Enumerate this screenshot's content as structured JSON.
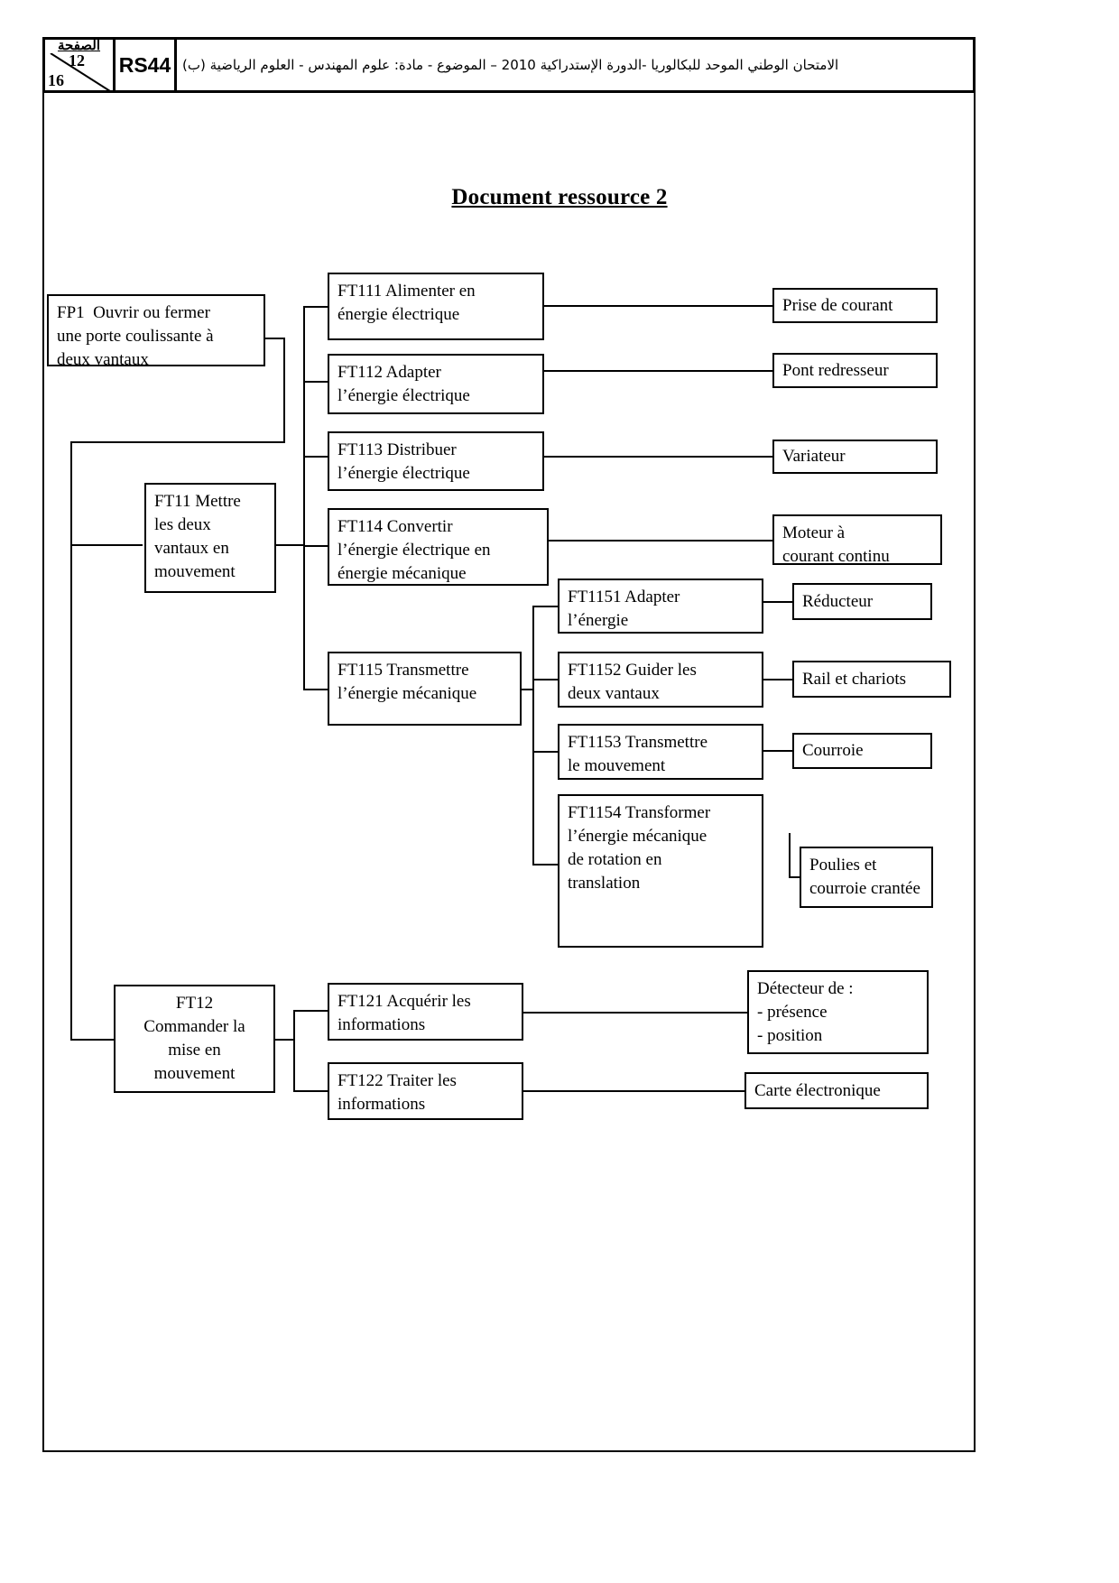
{
  "header": {
    "page_label": "الصفحة",
    "page_current": "12",
    "page_total": "16",
    "code": "RS44",
    "exam_line": "الامتحان الوطني الموحد للبكالوريا -الدورة الإستدراكية 2010 – الموضوع - مادة: علوم المهندس - العلوم الرياضية (ب)"
  },
  "document": {
    "title": "Document ressource 2"
  },
  "diagram": {
    "type": "fast-functional-analysis",
    "root": {
      "id": "FP1",
      "lines": [
        "FP1  Ouvrir ou fermer",
        "une porte coulissante à",
        "deux vantaux"
      ]
    },
    "level1": [
      {
        "id": "FT11",
        "lines": [
          "FT11 Mettre",
          "les deux",
          "vantaux en",
          "mouvement"
        ]
      },
      {
        "id": "FT12",
        "lines": [
          "FT12",
          "Commander la",
          "mise en",
          "mouvement"
        ]
      }
    ],
    "level2": [
      {
        "id": "FT111",
        "lines": [
          "FT111 Alimenter en",
          "énergie électrique"
        ],
        "solution": {
          "lines": [
            "Prise de courant"
          ]
        }
      },
      {
        "id": "FT112",
        "lines": [
          "FT112 Adapter",
          "l’énergie électrique"
        ],
        "solution": {
          "lines": [
            "Pont redresseur"
          ]
        }
      },
      {
        "id": "FT113",
        "lines": [
          "FT113 Distribuer",
          "l’énergie électrique"
        ],
        "solution": {
          "lines": [
            "Variateur"
          ]
        }
      },
      {
        "id": "FT114",
        "lines": [
          "FT114 Convertir",
          "l’énergie électrique en",
          "énergie mécanique"
        ],
        "solution": {
          "lines": [
            "Moteur à",
            "courant continu"
          ]
        }
      },
      {
        "id": "FT115",
        "lines": [
          "FT115 Transmettre",
          "l’énergie mécanique"
        ],
        "solution": null
      },
      {
        "id": "FT121",
        "lines": [
          "FT121 Acquérir les",
          "informations"
        ],
        "solution": {
          "lines": [
            "Détecteur de :",
            "- présence",
            "- position"
          ]
        }
      },
      {
        "id": "FT122",
        "lines": [
          "FT122 Traiter les",
          "informations"
        ],
        "solution": {
          "lines": [
            "Carte électronique"
          ]
        }
      }
    ],
    "level3": [
      {
        "id": "FT1151",
        "lines": [
          "FT1151 Adapter",
          "l’énergie"
        ],
        "solution": {
          "lines": [
            "Réducteur"
          ]
        }
      },
      {
        "id": "FT1152",
        "lines": [
          "FT1152 Guider les",
          "deux vantaux"
        ],
        "solution": {
          "lines": [
            "Rail et chariots"
          ]
        }
      },
      {
        "id": "FT1153",
        "lines": [
          "FT1153 Transmettre",
          "le mouvement"
        ],
        "solution": {
          "lines": [
            "Courroie"
          ]
        }
      },
      {
        "id": "FT1154",
        "lines": [
          "FT1154 Transformer",
          "l’énergie mécanique",
          "de rotation en",
          "translation"
        ],
        "solution": {
          "lines": [
            "Poulies et",
            "courroie crantée"
          ]
        }
      }
    ]
  }
}
